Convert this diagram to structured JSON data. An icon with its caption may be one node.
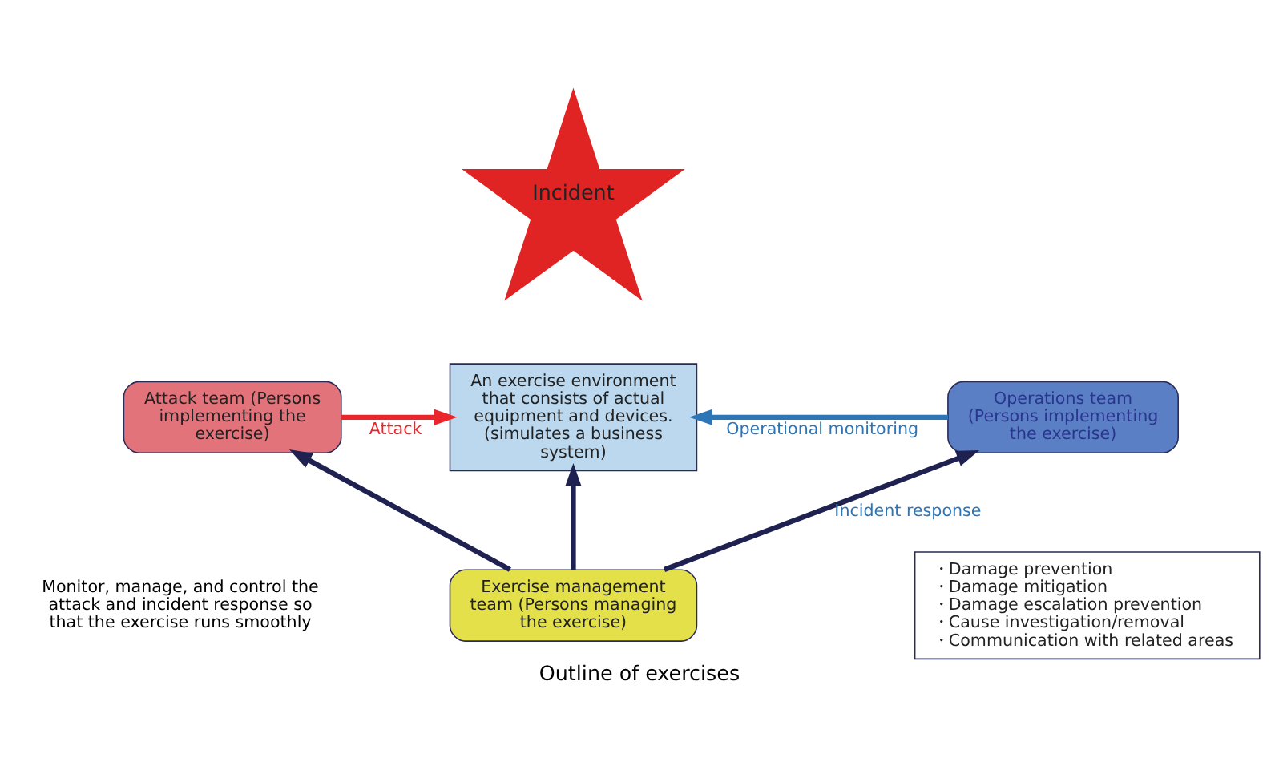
{
  "diagram": {
    "caption": "Outline of exercises",
    "nodes": [
      {
        "text": [
          "Incident"
        ]
      },
      {
        "text": [
          "Attack team (Persons implementing the exercise)"
        ]
      },
      {
        "text": [
          "An exercise environment that consists of actual equipment and devices. (simulates a business system)"
        ]
      },
      {
        "text": [
          "Operations team (Persons implementing the exercise)"
        ]
      },
      {
        "text": [
          "Exercise management team (Persons managing the exercise)"
        ]
      },
      {
        "text": [
          "・Damage prevention",
          "・Damage mitigation",
          "・Damage escalation prevention",
          "・Cause investigation/removal",
          "・Communication with related areas"
        ]
      }
    ],
    "edges": [
      {
        "from": 1,
        "to": 2,
        "arrow": "to",
        "label": "Attack",
        "color": "#e8262b"
      },
      {
        "from": 3,
        "to": 2,
        "arrow": "to",
        "label": "Operational monitoring",
        "color": "#2e75b6"
      },
      {
        "from": 4,
        "to": 1,
        "arrow": "to"
      },
      {
        "from": 4,
        "to": 2,
        "arrow": "to"
      },
      {
        "from": 4,
        "to": 3,
        "arrow": "to",
        "label": "Incident response"
      }
    ],
    "labels": [
      "Monitor, manage, and control the attack and incident response so that the exercise runs smoothly"
    ]
  }
}
